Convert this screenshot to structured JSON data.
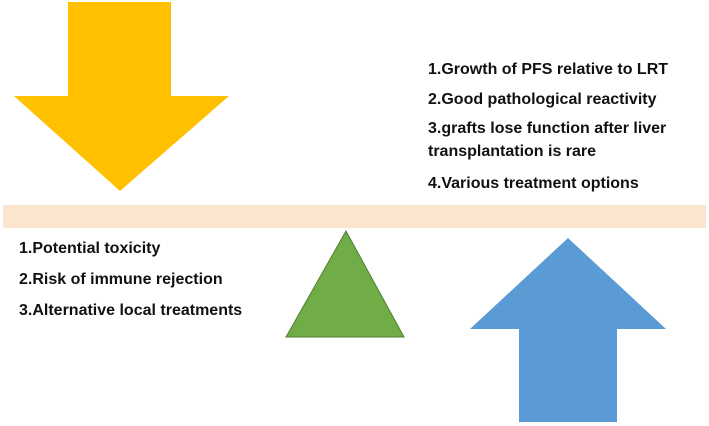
{
  "colors": {
    "down_arrow": "#ffc000",
    "fulcrum": "#70ad47",
    "up_arrow": "#5b9bd5",
    "beam": "#fbe5cf",
    "text": "#111111"
  },
  "benefits": {
    "items": [
      {
        "text": "1.Growth of PFS relative to LRT"
      },
      {
        "text": "2.Good pathological reactivity"
      },
      {
        "lines": [
          "3.grafts lose function after liver",
          "transplantation is rare"
        ]
      },
      {
        "text": "4.Various treatment options"
      }
    ]
  },
  "risks": {
    "items": [
      {
        "text": "1.Potential toxicity"
      },
      {
        "text": "2.Risk of immune rejection"
      },
      {
        "text": "3.Alternative local treatments"
      }
    ]
  }
}
